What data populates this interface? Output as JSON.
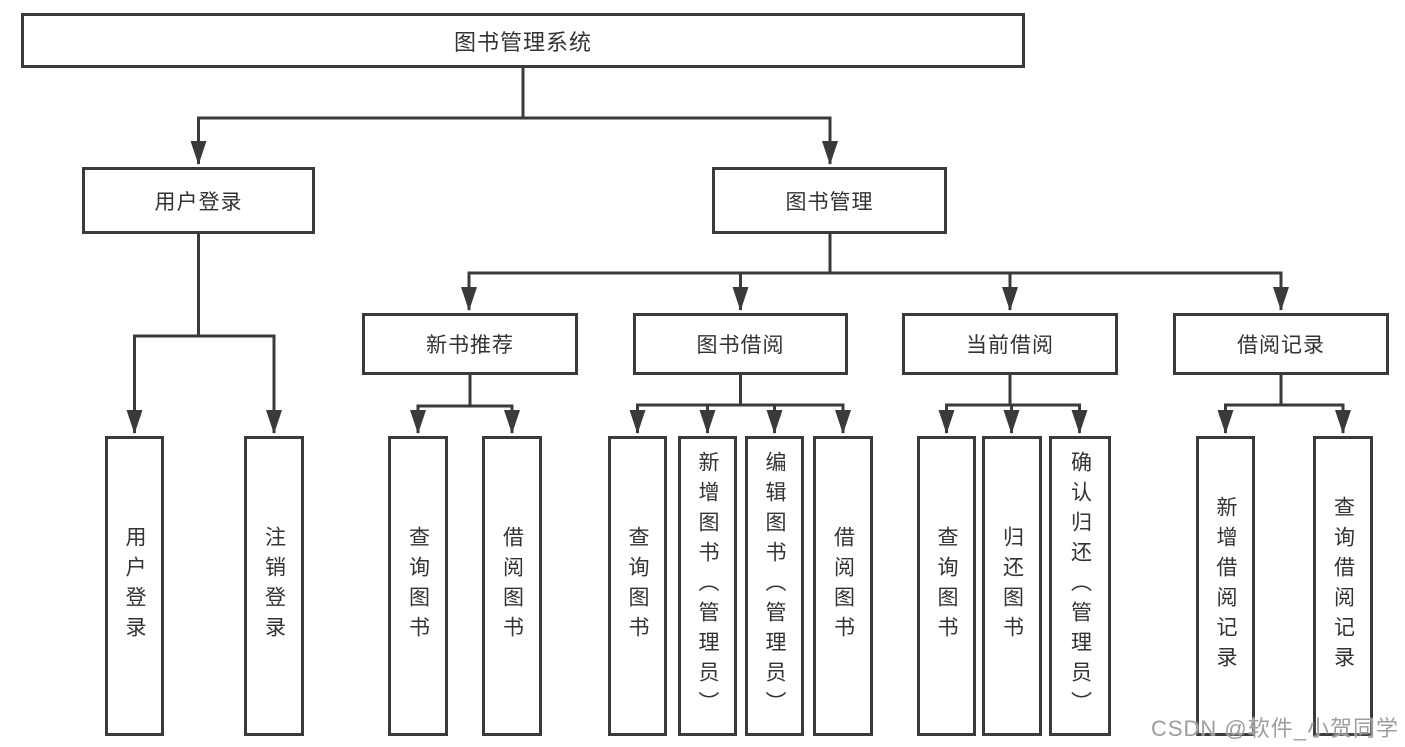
{
  "diagram": {
    "root": {
      "label": "图书管理系统"
    },
    "branches": [
      {
        "label": "用户登录",
        "children": [
          {
            "label": "用户登录"
          },
          {
            "label": "注销登录"
          }
        ]
      },
      {
        "label": "图书管理",
        "children": [
          {
            "label": "新书推荐",
            "children": [
              {
                "label": "查询图书"
              },
              {
                "label": "借阅图书"
              }
            ]
          },
          {
            "label": "图书借阅",
            "children": [
              {
                "label": "查询图书"
              },
              {
                "label": "新增图书（管理员）"
              },
              {
                "label": "编辑图书（管理员）"
              },
              {
                "label": "借阅图书"
              }
            ]
          },
          {
            "label": "当前借阅",
            "children": [
              {
                "label": "查询图书"
              },
              {
                "label": "归还图书"
              },
              {
                "label": "确认归还（管理员）"
              }
            ]
          },
          {
            "label": "借阅记录",
            "children": [
              {
                "label": "新增借阅记录"
              },
              {
                "label": "查询借阅记录"
              }
            ]
          }
        ]
      }
    ]
  },
  "watermark": {
    "text": "CSDN @软件_小贺同学"
  },
  "colors": {
    "line": "#3a3a3a",
    "text": "#333333",
    "background": "#ffffff",
    "watermark": "#9d9d9d"
  }
}
